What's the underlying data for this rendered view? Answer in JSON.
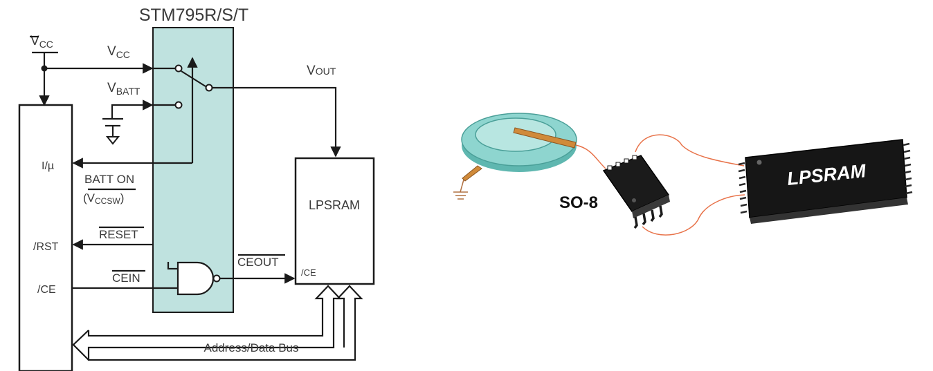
{
  "schematic": {
    "chip_title": "STM795R/S/T",
    "vcc_supply": "V",
    "vcc_supply_sub": "CC",
    "vcc_in": "V",
    "vcc_in_sub": "CC",
    "vbatt_in": "V",
    "vbatt_in_sub": "BATT",
    "vout": "V",
    "vout_sub": "OUT",
    "mcu_io": "I/µ",
    "mcu_rst": "/RST",
    "mcu_ce": "/CE",
    "batt_on": "BATT ON",
    "vccsw_open": "(",
    "vccsw_v": "V",
    "vccsw_sub": "CCSW",
    "vccsw_close": ")",
    "reset": "RESET",
    "cein": "CEIN",
    "ceout": "CEOUT",
    "sram_label": "LPSRAM",
    "sram_ce": "/CE",
    "bus_label": "Address/Data Bus"
  },
  "illustration": {
    "package_label": "SO-8",
    "chip_label": "LPSRAM"
  },
  "colors": {
    "chip_fill": "#bfe2df",
    "wire": "#1a1a1a",
    "lead_wire": "#e8734a",
    "battery": "#7ecfc8"
  }
}
